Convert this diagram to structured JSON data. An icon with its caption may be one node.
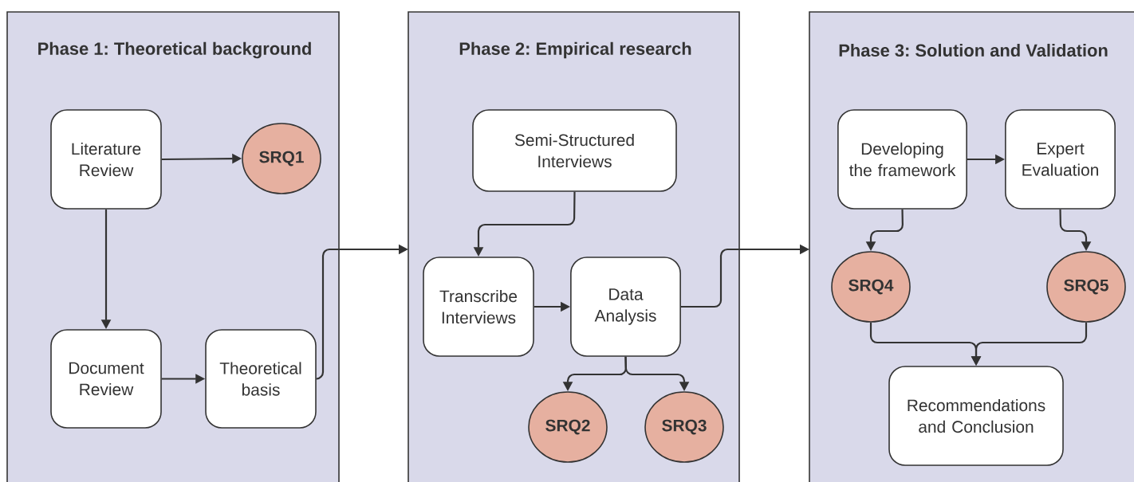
{
  "diagram": {
    "nodes": [
      {
        "text": [
          "Phase 1: Theoretical background"
        ]
      },
      {
        "text": [
          "Literature Review"
        ],
        "in": 0
      },
      {
        "text": [
          "SRQ1"
        ],
        "in": 0
      },
      {
        "text": [
          "Document Review"
        ],
        "in": 0
      },
      {
        "text": [
          "Theoretical basis"
        ],
        "in": 0
      },
      {
        "text": [
          "Phase 2: Empirical research"
        ]
      },
      {
        "text": [
          "Semi-Structured Interviews"
        ],
        "in": 5
      },
      {
        "text": [
          "Transcribe Interviews"
        ],
        "in": 5
      },
      {
        "text": [
          "Data Analysis"
        ],
        "in": 5
      },
      {
        "text": [
          "SRQ2"
        ],
        "in": 5
      },
      {
        "text": [
          "SRQ3"
        ],
        "in": 5
      },
      {
        "text": [
          "Phase 3: Solution and Validation"
        ]
      },
      {
        "text": [
          "Developing the framework"
        ],
        "in": 11
      },
      {
        "text": [
          "Expert Evaluation"
        ],
        "in": 11
      },
      {
        "text": [
          "SRQ4"
        ],
        "in": 11
      },
      {
        "text": [
          "SRQ5"
        ],
        "in": 11
      },
      {
        "text": [
          "Recommendations and Conclusion"
        ],
        "in": 11
      }
    ],
    "edges": [
      {
        "from": 1,
        "to": 2,
        "arrow": "to"
      },
      {
        "from": 1,
        "to": 3,
        "arrow": "to"
      },
      {
        "from": 3,
        "to": 4,
        "arrow": "to"
      },
      {
        "from": 4,
        "to": 5,
        "arrow": "to"
      },
      {
        "from": 6,
        "to": 7,
        "arrow": "to"
      },
      {
        "from": 7,
        "to": 8,
        "arrow": "to"
      },
      {
        "from": 8,
        "to": 9,
        "arrow": "to"
      },
      {
        "from": 8,
        "to": 10,
        "arrow": "to"
      },
      {
        "from": 8,
        "to": 11,
        "arrow": "to"
      },
      {
        "from": 12,
        "to": 13,
        "arrow": "to"
      },
      {
        "from": 12,
        "to": 14,
        "arrow": "to"
      },
      {
        "from": 13,
        "to": 15,
        "arrow": "to"
      },
      {
        "from": 14,
        "to": 16,
        "arrow": "to"
      },
      {
        "from": 15,
        "to": 16,
        "arrow": "to"
      }
    ]
  }
}
